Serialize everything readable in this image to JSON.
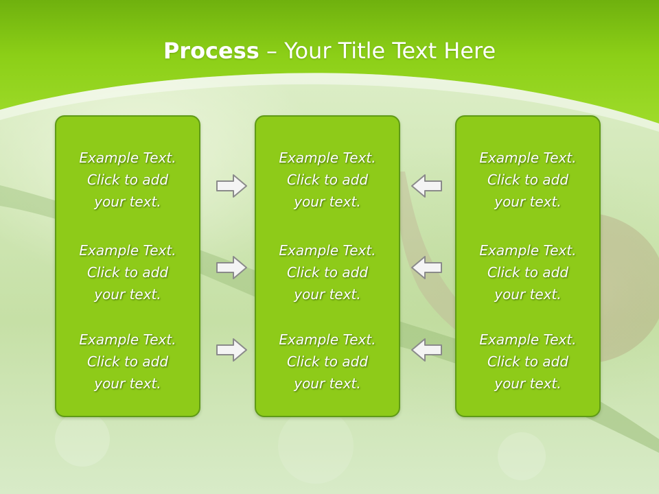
{
  "title": {
    "bold": "Process",
    "rest": " – Your Title Text Here"
  },
  "columns": [
    {
      "items": [
        {
          "lines": [
            "Example Text.",
            "Click  to add",
            "your text."
          ]
        },
        {
          "lines": [
            "Example Text.",
            "Click  to add",
            "your text."
          ]
        },
        {
          "lines": [
            "Example Text.",
            "Click  to add",
            "your text."
          ]
        }
      ]
    },
    {
      "items": [
        {
          "lines": [
            "Example Text.",
            "Click  to add",
            "your text."
          ]
        },
        {
          "lines": [
            "Example Text.",
            "Click  to add",
            "your text."
          ]
        },
        {
          "lines": [
            "Example Text.",
            "Click  to add",
            "your text."
          ]
        }
      ]
    },
    {
      "items": [
        {
          "lines": [
            "Example Text.",
            "Click  to add",
            "your text."
          ]
        },
        {
          "lines": [
            "Example Text.",
            "Click  to add",
            "your text."
          ]
        },
        {
          "lines": [
            "Example Text.",
            "Click  to add",
            "your text."
          ]
        }
      ]
    }
  ],
  "arrows": {
    "left_group": "right-arrow-icon",
    "right_group": "left-arrow-icon"
  },
  "colors": {
    "header_green": "#8cd019",
    "box_fill": "#8ecb19",
    "box_border": "#5f9a16",
    "text": "#ffffff",
    "arrow_fill": "#f4f4f4",
    "arrow_stroke": "#8a8a8a"
  }
}
